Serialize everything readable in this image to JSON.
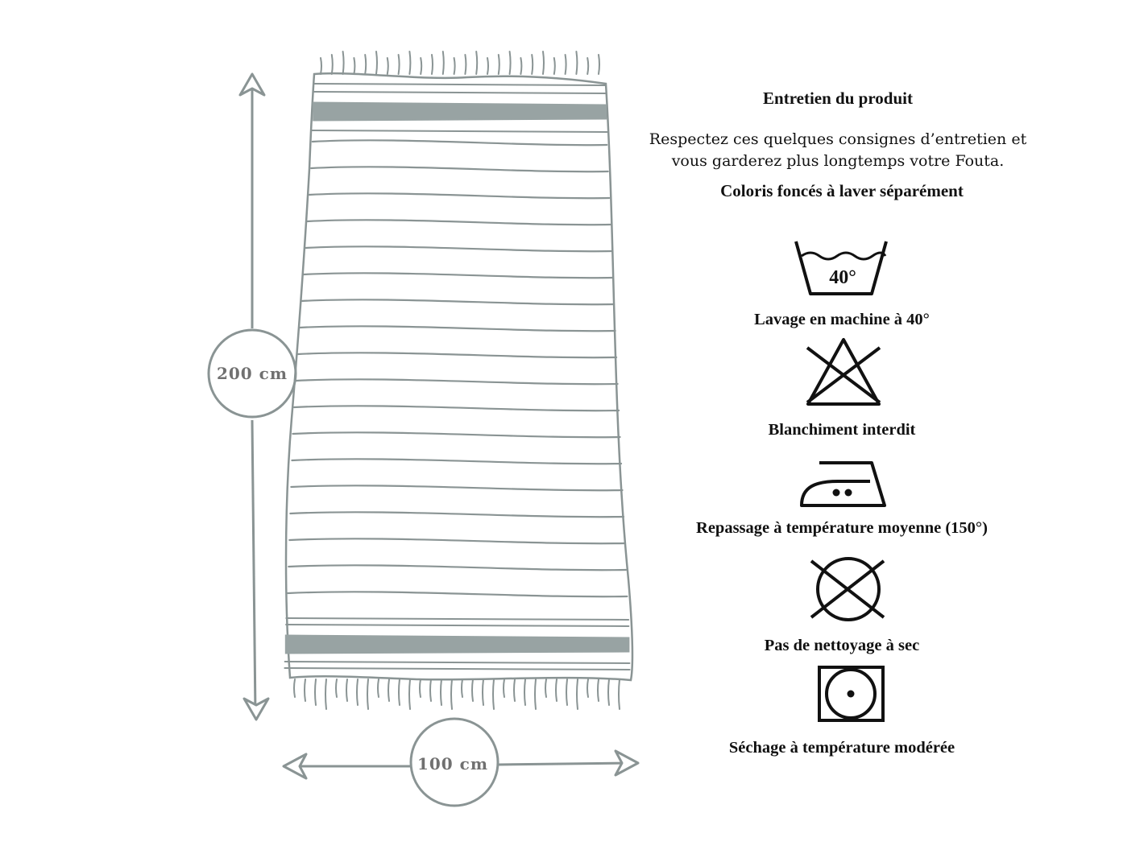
{
  "dimensions": {
    "length": "200 cm",
    "width": "100 cm"
  },
  "care": {
    "title": "Entretien du produit",
    "intro_line1": "Respectez ces quelques consignes d’entretien et",
    "intro_line2": "vous garderez plus longtemps votre Fouta.",
    "warning": "Coloris foncés à laver séparément",
    "instructions": [
      {
        "icon": "washtub-40-icon",
        "temp": "40°",
        "label": "Lavage en machine à 40°"
      },
      {
        "icon": "no-bleach-icon",
        "label": "Blanchiment interdit"
      },
      {
        "icon": "iron-medium-icon",
        "label": "Repassage à température moyenne (150°)"
      },
      {
        "icon": "no-dry-clean-icon",
        "label": "Pas de nettoyage à sec"
      },
      {
        "icon": "tumble-dry-low-icon",
        "label": "Séchage à température modérée"
      }
    ]
  },
  "colors": {
    "sketch": "#8a9494",
    "band": "#98a3a3",
    "ink": "#111111"
  }
}
